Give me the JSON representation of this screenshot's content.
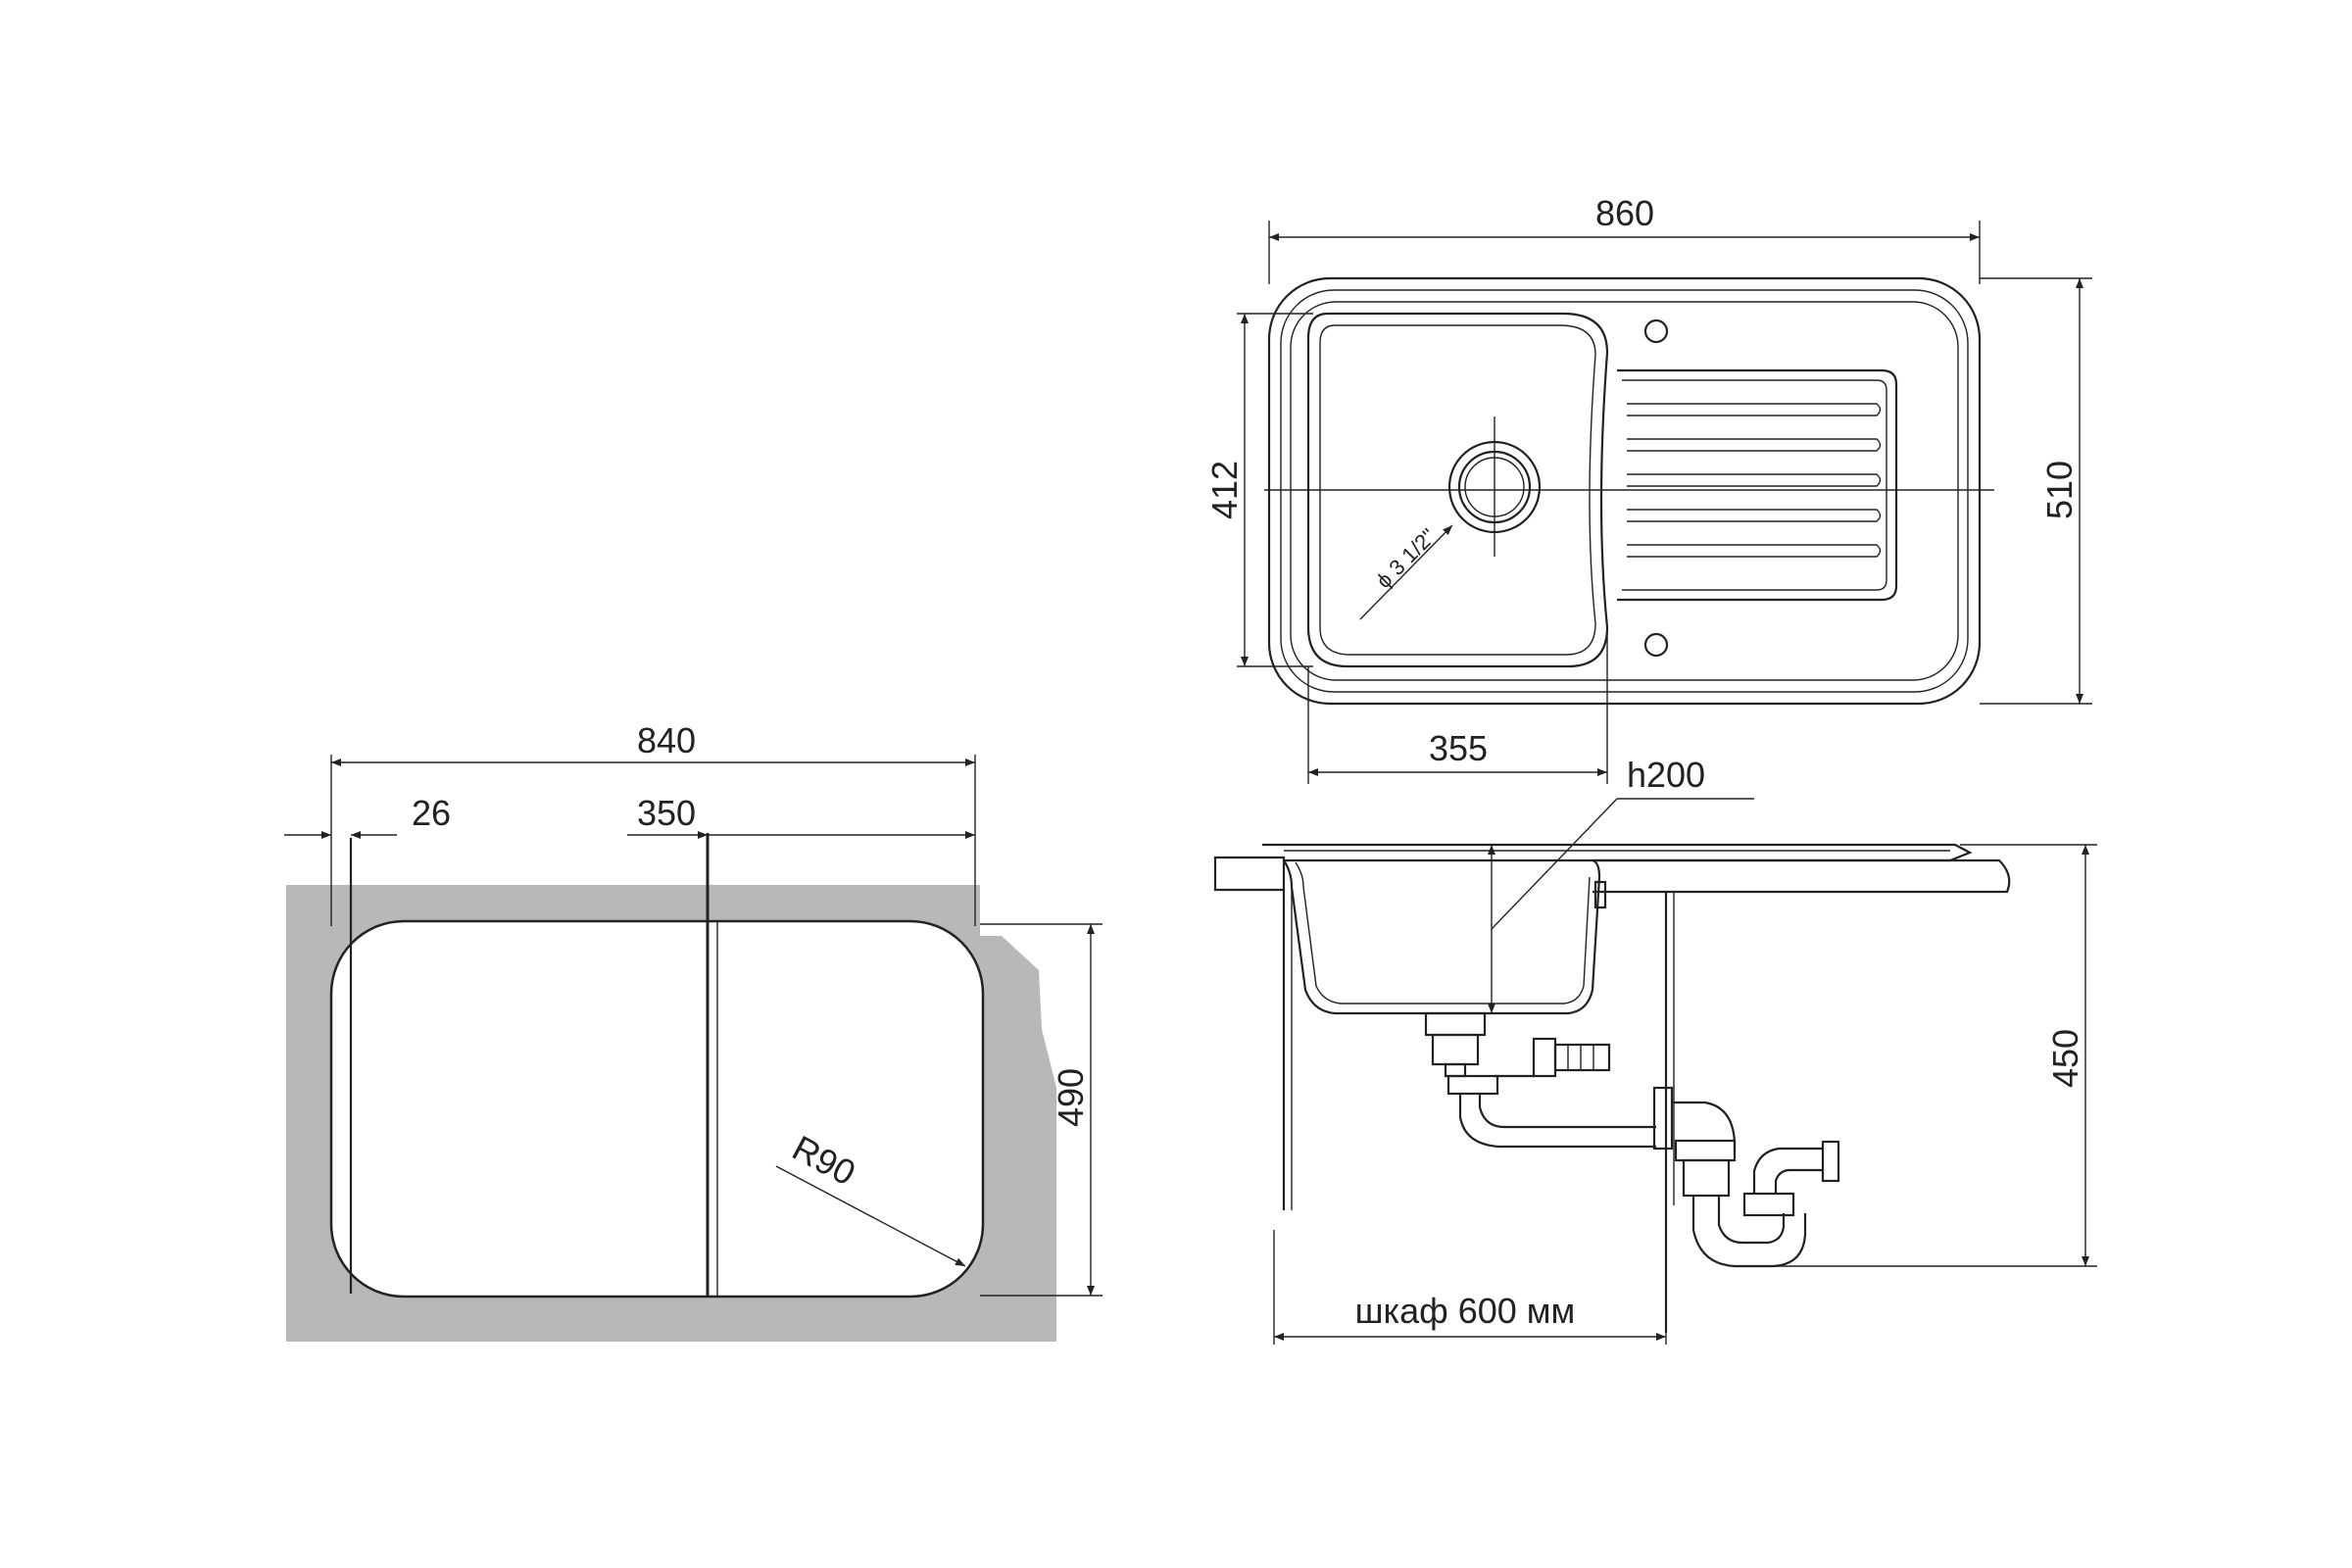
{
  "colors": {
    "line": "#222222",
    "countertop": "#b8b8b8",
    "background": "#ffffff"
  },
  "top_view": {
    "width": "860",
    "depth": "510",
    "bowl_depth": "412",
    "bowl_width": "355",
    "drain_label": "ϕ 3 1/2\""
  },
  "cutout": {
    "width": "840",
    "edge_offset": "26",
    "half_width": "350",
    "depth": "490",
    "corner_radius": "R90"
  },
  "side_view": {
    "bowl_height": "h200",
    "siphon_height": "450",
    "cabinet": "шкаф 600 мм"
  }
}
